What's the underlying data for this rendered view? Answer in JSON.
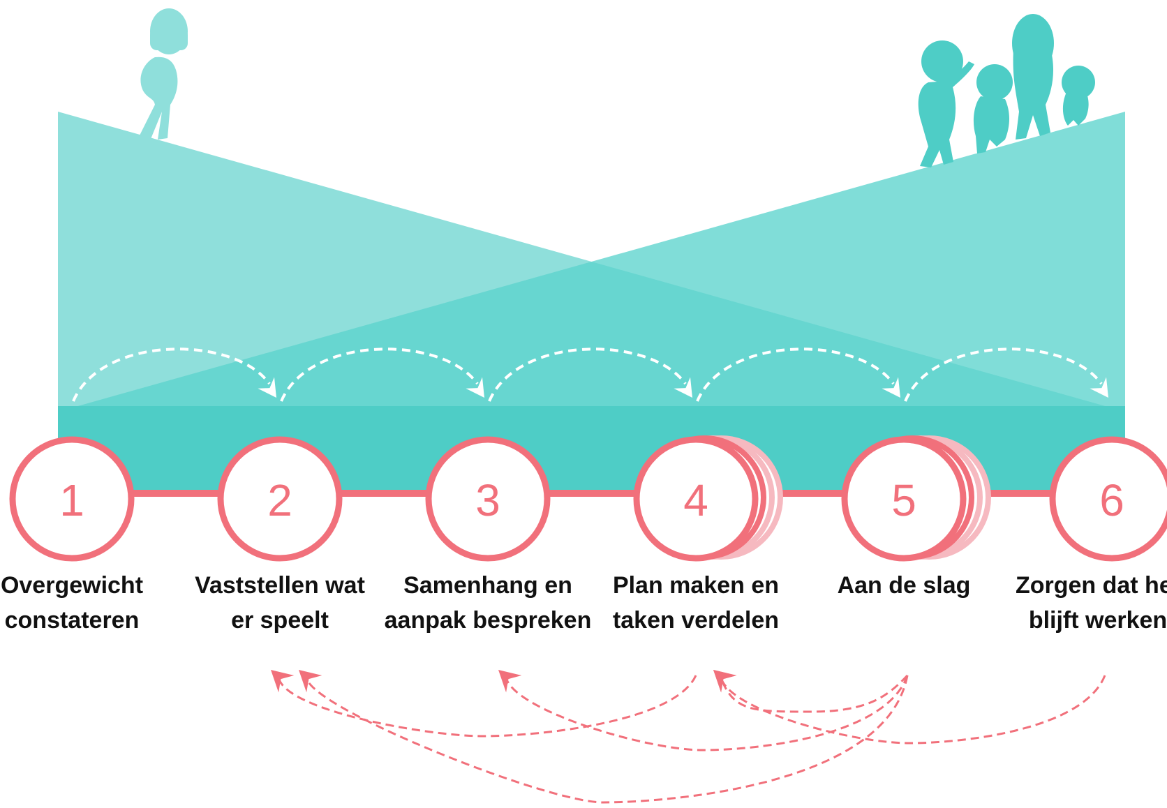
{
  "colors": {
    "teal_light": "#8fdfdb",
    "teal": "#5cd3cd",
    "teal_dark": "#4ecdc6",
    "figure": "#8fdfdb",
    "figure_group": "#4ecdc6",
    "coral": "#f1707b",
    "coral_light": "#f6b9c0",
    "label_text": "#111111",
    "forward_arrow": "#ffffff"
  },
  "icons": {
    "left_figure": "single-person-icon",
    "right_figure": "family-group-icon"
  },
  "steps": [
    {
      "number": "1",
      "label_line1": "Overgewicht",
      "label_line2": "constateren",
      "stacked": false
    },
    {
      "number": "2",
      "label_line1": "Vaststellen wat",
      "label_line2": "er speelt",
      "stacked": false
    },
    {
      "number": "3",
      "label_line1": "Samenhang en",
      "label_line2": "aanpak bespreken",
      "stacked": false
    },
    {
      "number": "4",
      "label_line1": "Plan maken en",
      "label_line2": "taken verdelen",
      "stacked": true
    },
    {
      "number": "5",
      "label_line1": "Aan de slag",
      "label_line2": "",
      "stacked": true
    },
    {
      "number": "6",
      "label_line1": "Zorgen dat het",
      "label_line2": "blijft werken",
      "stacked": false
    }
  ],
  "forward_arrows": [
    {
      "from": "1",
      "to": "2"
    },
    {
      "from": "2",
      "to": "3"
    },
    {
      "from": "3",
      "to": "4"
    },
    {
      "from": "4",
      "to": "5"
    },
    {
      "from": "5",
      "to": "6"
    }
  ],
  "feedback_arrows": [
    {
      "from": "4",
      "to": "2"
    },
    {
      "from": "5",
      "to": "2"
    },
    {
      "from": "5",
      "to": "3"
    },
    {
      "from": "5",
      "to": "4"
    },
    {
      "from": "6",
      "to": "4"
    }
  ]
}
